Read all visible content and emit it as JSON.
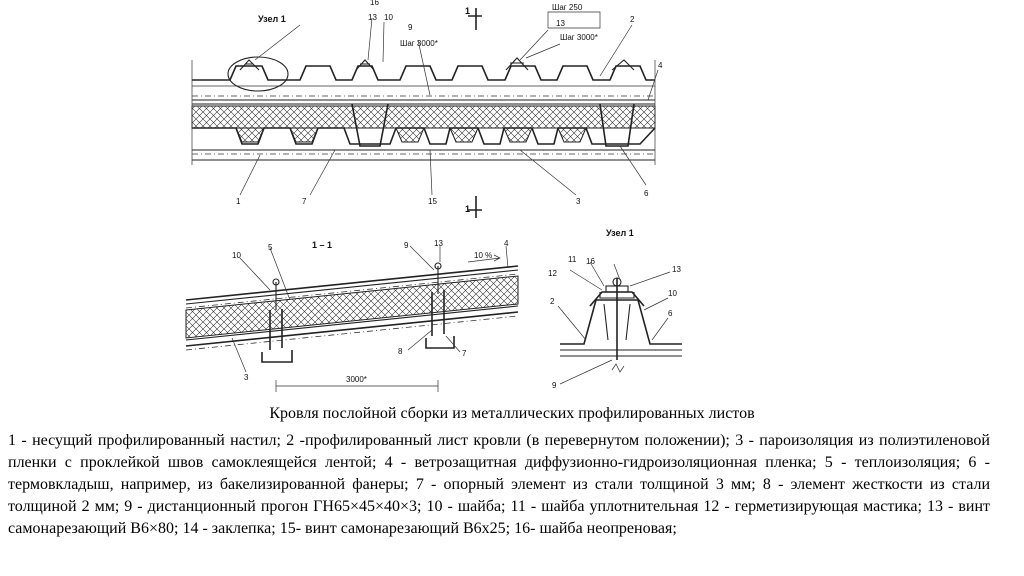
{
  "top_view": {
    "labels": {
      "uzel1": "Узел 1",
      "n16": "16",
      "n13": "13",
      "n10": "10",
      "n9": "9",
      "section_top": "1",
      "step_3000a": "Шаг 3000*",
      "step_250": "Шаг 250",
      "n13b": "13",
      "step_3000b": "Шаг 3000*",
      "n2": "2",
      "n4": "4",
      "n1": "1",
      "n7": "7",
      "n15": "15",
      "section_bottom": "1",
      "n3": "3",
      "n6": "6"
    }
  },
  "section_view": {
    "labels": {
      "title": "1 – 1",
      "n10": "10",
      "n5": "5",
      "n9": "9",
      "n13": "13",
      "n4": "4",
      "slope": "10 %",
      "n8": "8",
      "n7": "7",
      "n3": "3",
      "dim": "3000*"
    }
  },
  "node_view": {
    "labels": {
      "title": "Узел 1",
      "n11": "11",
      "n16": "16",
      "n12": "12",
      "n13": "13",
      "n2": "2",
      "n10": "10",
      "n6": "6",
      "n9": "9"
    }
  },
  "caption": "Кровля послойной сборки из металлических профилированных листов",
  "legend": "1 - несущий   профилированный настил; 2 -профилированный лист кровли (в перевернутом положении); 3 - пароизоляция из полиэтиленовой пленки с проклейкой швов самоклеящейся лентой; 4 - ветрозащитная диффузионно-гидроизоляционная пленка; 5 - теплоизоляция; 6 - термовкладыш, например, из бакелизированной фанеры; 7 - опорный элемент из стали толщиной 3 мм; 8 - элемент жесткости из стали толщиной 2 мм; 9 - дистанционный прогон ГН65×45×40×3; 10 - шайба; 11 - шайба уплотнительная 12 - герметизирующая мастика; 13 - винт самонарезающий В6×80; 14 - заклепка; 15- винт самонарезающий В6х25; 16- шайба неопреновая;"
}
